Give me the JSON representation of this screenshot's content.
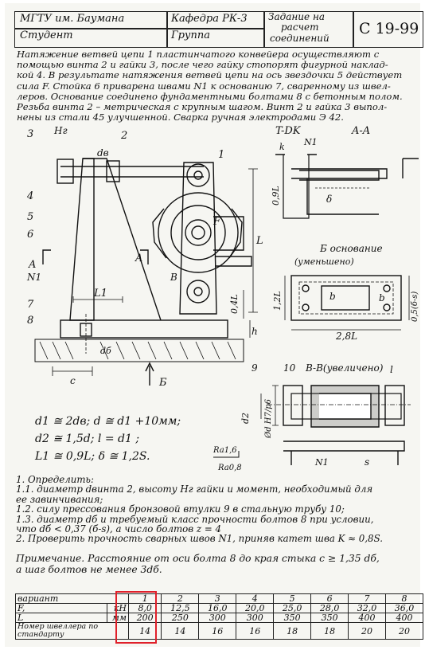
{
  "header": {
    "university": "МГТУ им. Баумана",
    "department": "Кафедра РК-3",
    "student": "Студент",
    "group": "Группа",
    "assignment_line1": "Задание на",
    "assignment_line2": "расчет",
    "assignment_line3": "соединений",
    "code": "С 19-99"
  },
  "task_text": [
    "Натяжение ветвей цепи 1 пластинчатого конвейера осуществляют с",
    "помощью винта 2 и гайки 3, после чего гайку стопорят фигурной наклад-",
    "кой 4. В результате натяжения ветвей цепи на ось звездочки 5 действует",
    "сила F. Стойка 6 приварена швами N1 к основанию 7, сваренному из швел-",
    "леров. Основание соединено фундаментными болтами 8 с бетонным полом.",
    "Резьба винта 2 – метрическая с крупным шагом. Винт 2 и гайка 3 выпол-",
    "нены из стали 45 улучшенной. Сварка ручная электродами Э 42."
  ],
  "drawing_labels": {
    "n3": "3",
    "hg": "Hг",
    "n2": "2",
    "dv": "dв",
    "n1": "1",
    "n4": "4",
    "n5": "5",
    "n6": "6",
    "a_left": "A",
    "a_right": "A",
    "f": "F",
    "l": "L",
    "n1_weld": "N1",
    "l1": "L1",
    "b": "B",
    "n7": "7",
    "n8": "8",
    "d_bolt": "dб",
    "c": "c",
    "h": "h",
    "bottom_b": "Б",
    "l_right": "L",
    "zero_four_l": "0,4L",
    "section_tdk": "T-DK",
    "section_aa": "A-A",
    "n1_sec": "N1",
    "k": "k",
    "nine_l": "0,9L",
    "delta": "δ",
    "view_b": "Б основание",
    "view_b2": "(уменьшено)",
    "one_two_l": "1,2L",
    "b_dim": "b",
    "b_dim2": "b",
    "half_bs": "0,5(б-s)",
    "two_eight_l": "2,8L",
    "n9": "9",
    "n10": "10",
    "section_bb": "B-B(увеличено)",
    "l_small": "l",
    "d2": "d2",
    "d_fit": "Ød H7/p6",
    "ra16": "Ra1,6",
    "ra08": "Ra0,8",
    "s": "s",
    "n1_bot": "N1"
  },
  "formulas": [
    "d1 ≅ 2dв;  d ≅ d1 +10мм;",
    "d2 ≅ 1,5d;  l = d1 ;",
    "L1 ≅ 0,9L;  δ ≅ 1,2S."
  ],
  "define": [
    "1. Определить:",
    "  1.1. диаметр dвинта 2, высоту Hг гайки и момент, необходимый для",
    "ее завинчивания;",
    "  1.2. силу прессования бронзовой втулки 9 в стальную трубу 10;",
    "  1.3. диаметр dб и требуемый класс прочности болтов 8 при условии,",
    "что dб < 0,37 (б-s), а число болтов z = 4",
    "  2. Проверить прочность сварных швов N1, приняв катет шва  K ≈ 0,8S."
  ],
  "note": [
    "Примечание. Расстояние от оси болта 8 до края стыка c ≥ 1,35 dб,",
    "а шаг болтов не менее 3dб."
  ],
  "table": {
    "variant_label": "вариант",
    "f_label": "F,",
    "f_unit": "кН",
    "l_label": "L",
    "l_unit": "мм",
    "channel_label1": "Номер швеллера по",
    "channel_label2": "стандарту",
    "variants": [
      "1",
      "2",
      "3",
      "4",
      "5",
      "6",
      "7",
      "8"
    ],
    "f": [
      "8,0",
      "12,5",
      "16,0",
      "20,0",
      "25,0",
      "28,0",
      "32,0",
      "36,0"
    ],
    "l": [
      "200",
      "250",
      "300",
      "300",
      "350",
      "350",
      "400",
      "400"
    ],
    "channel": [
      "14",
      "14",
      "16",
      "16",
      "18",
      "18",
      "20",
      "20"
    ]
  },
  "colors": {
    "highlight": "#e0202a"
  }
}
